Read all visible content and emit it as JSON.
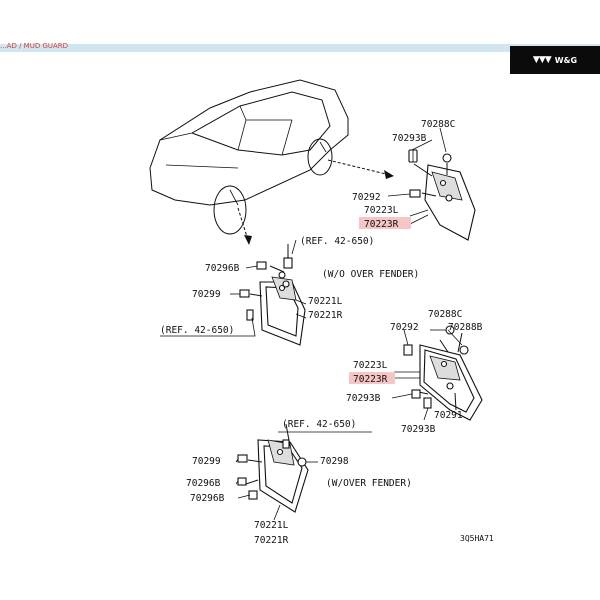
{
  "header": {
    "breadcrumb": "...AD / MUD GUARD",
    "logo_text": "W&G"
  },
  "labels": {
    "p70288c_a": "70288C",
    "p70293b_a": "70293B",
    "p70292_a": "70292",
    "p70223l_a": "70223L",
    "p70223r_a": "70223R",
    "ref1": "(REF. 42-650)",
    "p70296b_a": "70296B",
    "wo_fender": "(W/O OVER FENDER)",
    "p70299_a": "70299",
    "p70221l_a": "70221L",
    "p70221r_a": "70221R",
    "ref2": "(REF. 42-650)",
    "p70288c_b": "70288C",
    "p70292_b": "70292",
    "p70288b": "70288B",
    "p70223l_b": "70223L",
    "p70223r_b": "70223R",
    "p70293b_b": "70293B",
    "p70291": "70291",
    "p70293b_c": "70293B",
    "ref3": "(REF. 42-650)",
    "p70299_b": "70299",
    "p70298": "70298",
    "p70296b_b": "70296B",
    "w_fender": "(W/OVER FENDER)",
    "p70296b_c": "70296B",
    "p70221l_b": "70221L",
    "p70221r_b": "70221R",
    "code": "3Q5HA71"
  },
  "colors": {
    "highlight": "#f6c6c6",
    "topbar": "#cfe6ee",
    "logo_bg": "#0b0b0b"
  }
}
